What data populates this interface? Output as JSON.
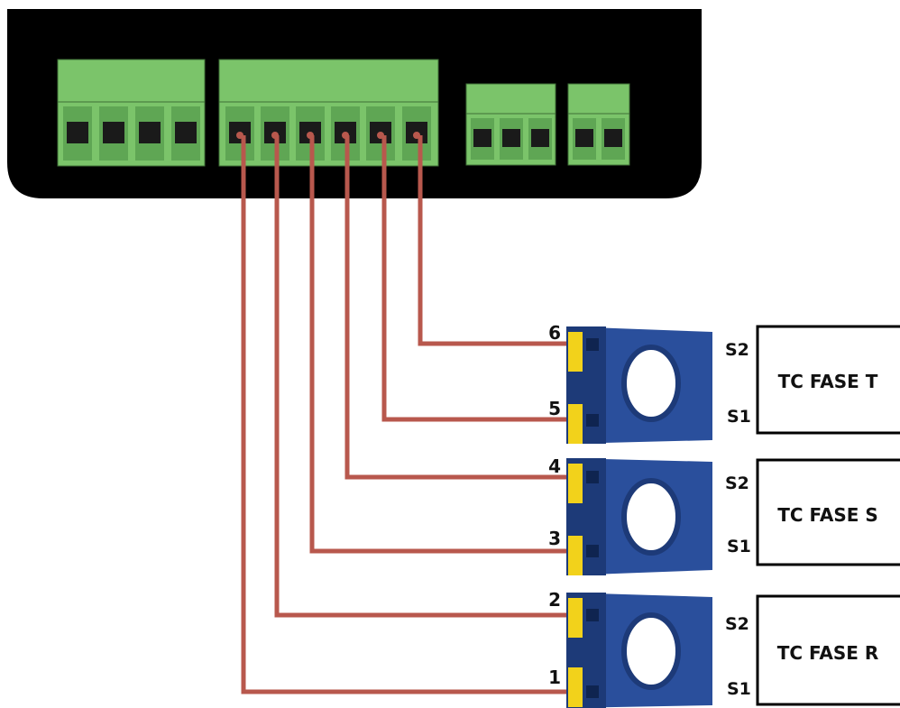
{
  "colors": {
    "device_body": "#000000",
    "terminal_green": "#7bc46a",
    "terminal_green_dark": "#5fa654",
    "wire": "#b8584d",
    "ct_body": "#2a4f9c",
    "ct_body_dark": "#1d3a78",
    "ct_terminal": "#f2d21b"
  },
  "terminals": [
    "1",
    "2",
    "3",
    "4",
    "5",
    "6"
  ],
  "transformers": [
    {
      "name": "TC FASE T",
      "top_terminal": "6",
      "bottom_terminal": "5",
      "s_top": "S2",
      "s_bottom": "S1"
    },
    {
      "name": "TC FASE S",
      "top_terminal": "4",
      "bottom_terminal": "3",
      "s_top": "S2",
      "s_bottom": "S1"
    },
    {
      "name": "TC FASE R",
      "top_terminal": "2",
      "bottom_terminal": "1",
      "s_top": "S2",
      "s_bottom": "S1"
    }
  ]
}
